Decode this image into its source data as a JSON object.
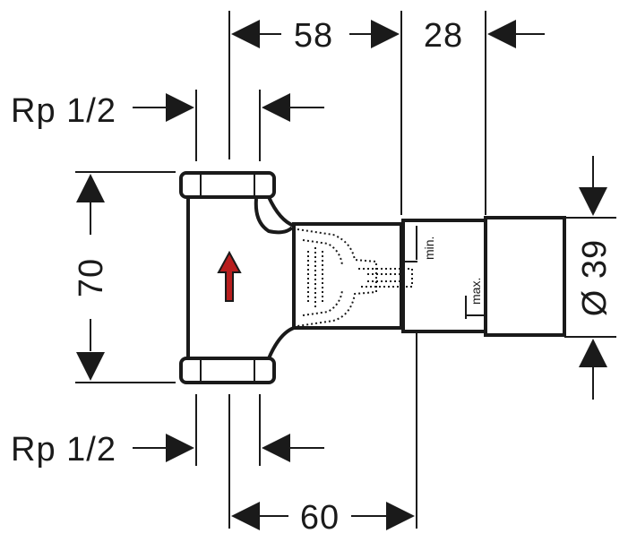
{
  "dimensions": {
    "top_a": "58",
    "top_b": "28",
    "bottom": "60",
    "height": "70",
    "diameter": "Ø 39",
    "thread_top": "Rp 1/2",
    "thread_bottom": "Rp 1/2"
  },
  "annotations": {
    "min": "min.",
    "max": "max."
  },
  "colors": {
    "ink": "#1a1a1a",
    "flow_arrow": "#b81e1e"
  },
  "icons": {
    "flow": "flow-direction-arrow-icon"
  }
}
